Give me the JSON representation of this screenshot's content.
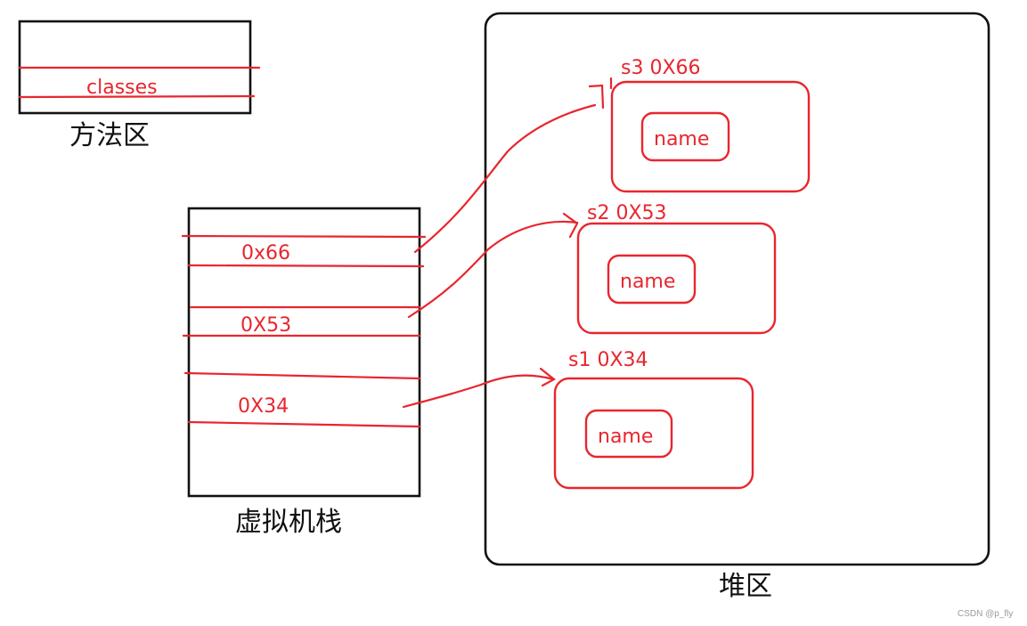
{
  "method_area": {
    "label": "方法区",
    "content": "classes"
  },
  "stack": {
    "label": "虚拟机栈",
    "refs": [
      "0x66",
      "0X53",
      "0X34"
    ]
  },
  "heap": {
    "label": "堆区",
    "objects": [
      {
        "title": "s3 0X66",
        "field": "name"
      },
      {
        "title": "s2 0X53",
        "field": "name"
      },
      {
        "title": "s1 0X34",
        "field": "name"
      }
    ]
  },
  "watermark": "CSDN @p_fly",
  "colors": {
    "ink": "#111111",
    "annotation": "#e8262e"
  }
}
